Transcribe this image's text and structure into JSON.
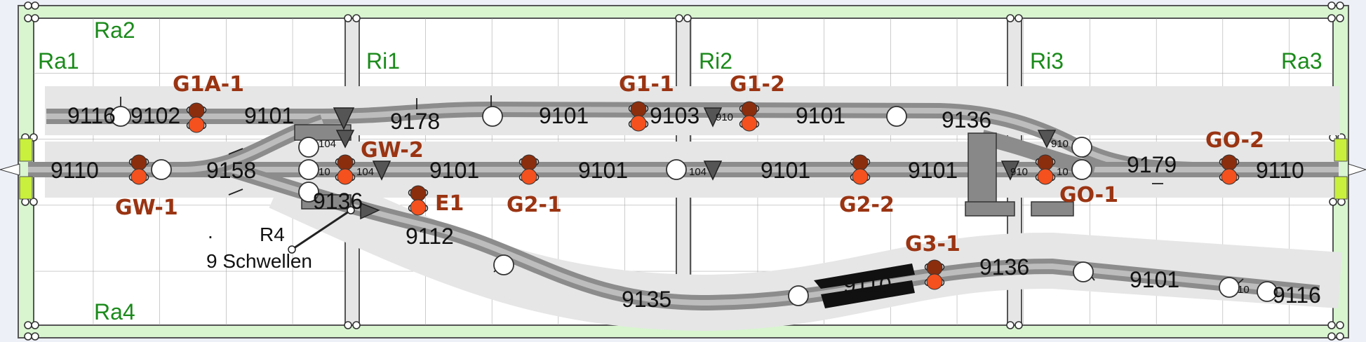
{
  "frame_labels": {
    "ra1": "Ra1",
    "ra2": "Ra2",
    "ra3": "Ra3",
    "ra4": "Ra4",
    "ri1": "Ri1",
    "ri2": "Ri2",
    "ri3": "Ri3"
  },
  "signals": {
    "g1a1": "G1A-1",
    "gw1": "GW-1",
    "gw2": "GW-2",
    "e1": "E1",
    "g11": "G1-1",
    "g12": "G1-2",
    "g21": "G2-1",
    "g22": "G2-2",
    "g31": "G3-1",
    "go1": "GO-1",
    "go2": "GO-2"
  },
  "track_numbers": {
    "t9116_tl": "9116",
    "t9102": "9102",
    "t9101_a": "9101",
    "t9178": "9178",
    "t9101_b": "9101",
    "t9103": "9103",
    "t9101_c": "9101",
    "t9136_top": "9136",
    "t9110_l": "9110",
    "t9158": "9158",
    "t9101_d": "9101",
    "t9101_e": "9101",
    "t9101_f": "9101",
    "t9101_g": "9101",
    "t9179": "9179",
    "t9110_r": "9110",
    "t9136_mid": "9136",
    "t9112": "9112",
    "t9135": "9135",
    "t9136_low": "9136",
    "t9101_low": "9101",
    "t9116_br": "9116",
    "t9110_obs": "9110"
  },
  "small_labels": {
    "s104_a": "104",
    "s104_b": "104",
    "s104_c": "104",
    "s10_a": "10",
    "s910_a": "910",
    "s910_b": "910",
    "s910_c": "910",
    "s10_b": "10",
    "s10_c": "10"
  },
  "annotation": {
    "r4": "R4",
    "schwellen": "9 Schwellen",
    "dot": "."
  },
  "colors": {
    "background": "#eef0f8",
    "frame_fill": "#d8f5d0",
    "grid_line": "#999999",
    "roadbed": "#e6e6e6",
    "track": "#8c8c8c",
    "signal_dark": "#8b2e0e",
    "signal_bright": "#f4511e",
    "label_green": "#1a8a1a",
    "label_signal": "#9a3412",
    "buffer": "#c8f03c"
  }
}
